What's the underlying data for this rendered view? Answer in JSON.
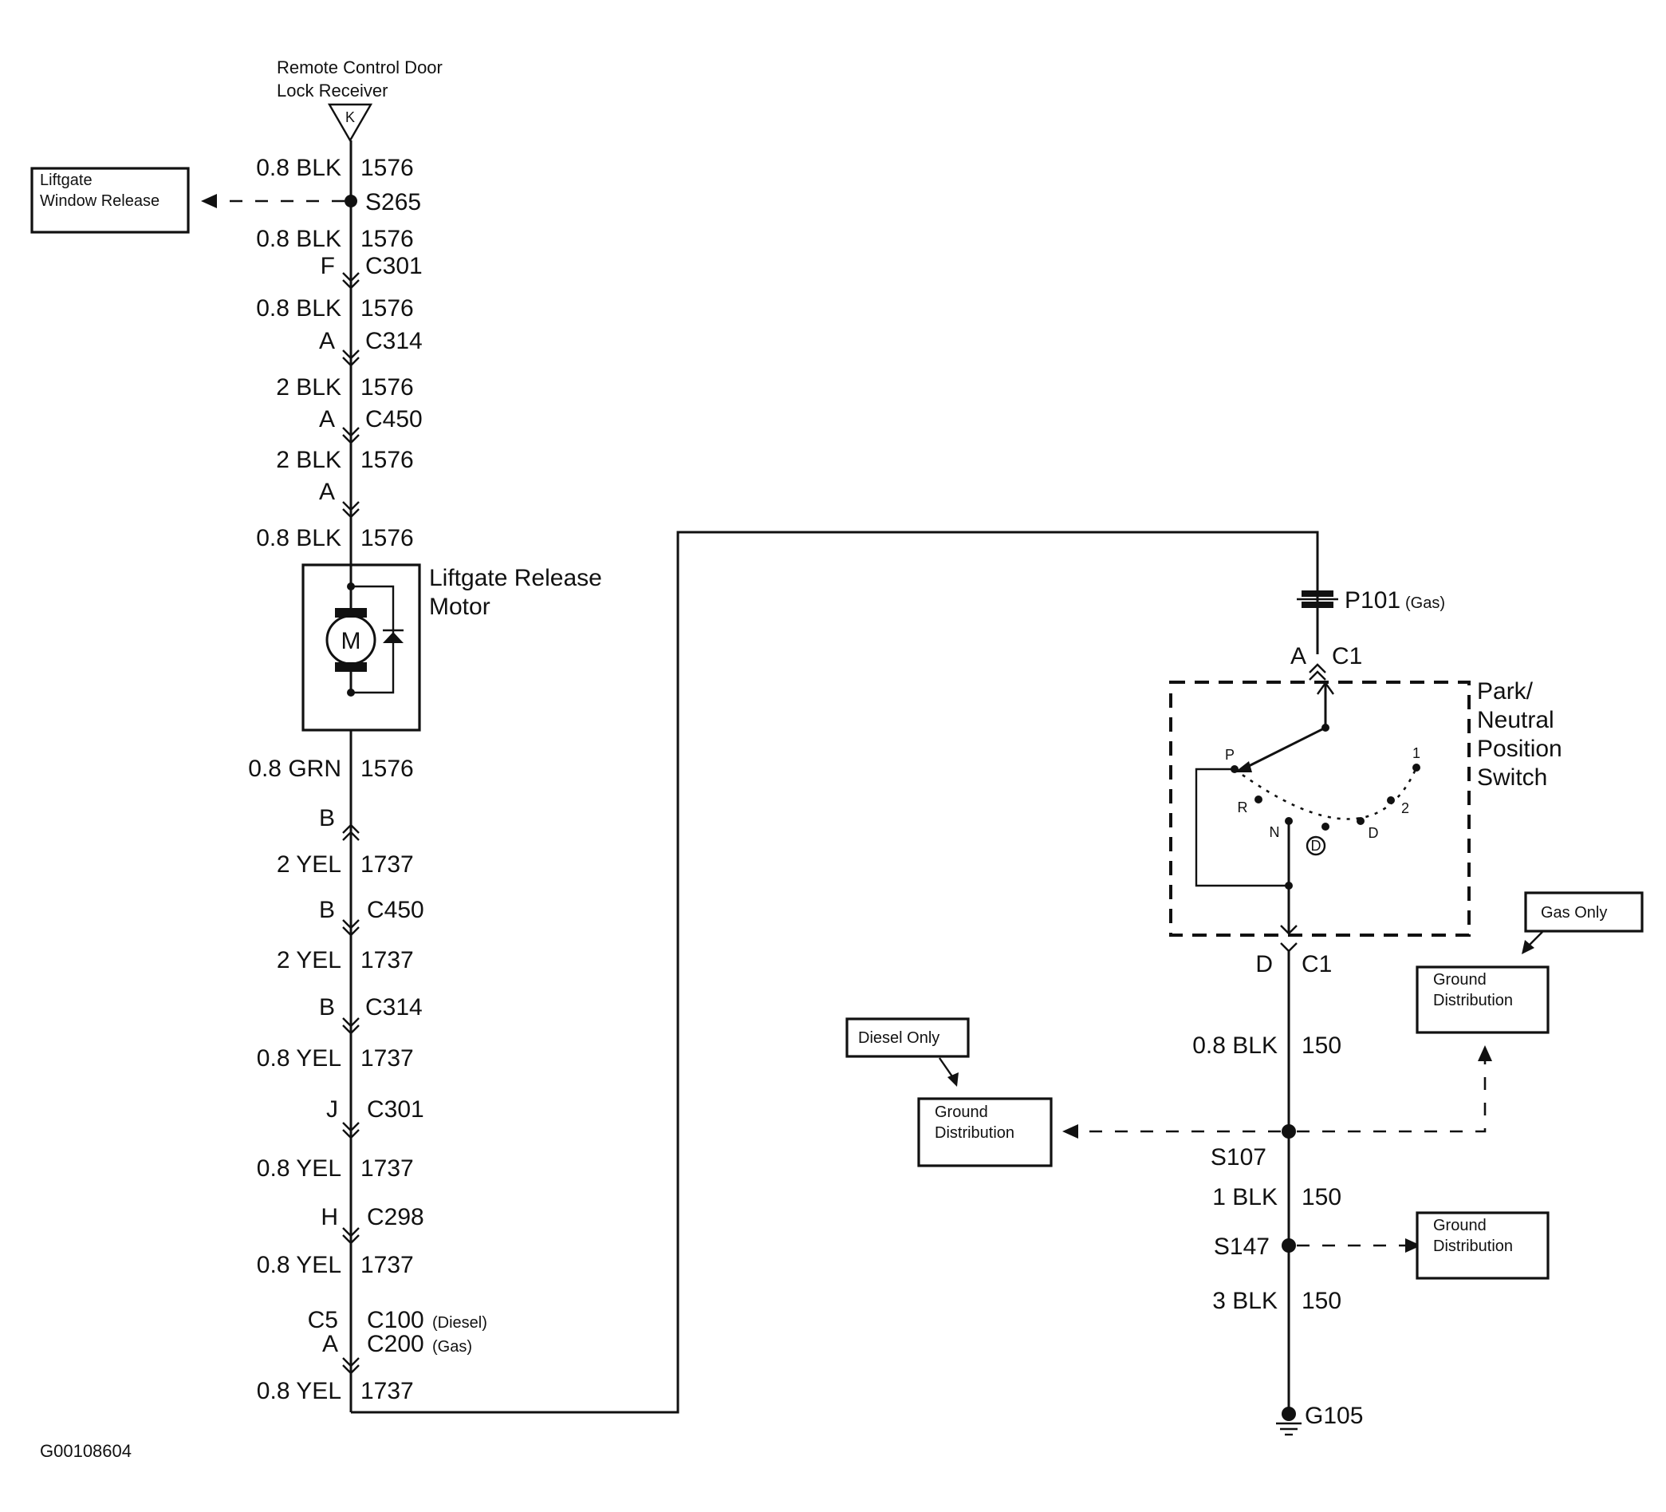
{
  "receiver": {
    "line1": "Remote Control Door",
    "line2": "Lock Receiver",
    "pin": "K"
  },
  "splice_s265": "S265",
  "liftgate_window": {
    "line1": "Liftgate",
    "line2": "Window Release"
  },
  "left_wires": [
    {
      "gauge": "0.8 BLK",
      "circuit": "1576"
    },
    {
      "gauge": "0.8 BLK",
      "circuit": "1576"
    },
    {
      "gauge": "0.8 BLK",
      "circuit": "1576"
    },
    {
      "gauge": "2 BLK",
      "circuit": "1576"
    },
    {
      "gauge": "2 BLK",
      "circuit": "1576"
    },
    {
      "gauge": "0.8 BLK",
      "circuit": "1576"
    },
    {
      "gauge": "0.8 GRN",
      "circuit": "1576"
    },
    {
      "gauge": "2 YEL",
      "circuit": "1737"
    },
    {
      "gauge": "2 YEL",
      "circuit": "1737"
    },
    {
      "gauge": "0.8 YEL",
      "circuit": "1737"
    },
    {
      "gauge": "0.8 YEL",
      "circuit": "1737"
    },
    {
      "gauge": "0.8 YEL",
      "circuit": "1737"
    },
    {
      "gauge": "0.8 YEL",
      "circuit": "1737"
    }
  ],
  "left_connectors": [
    {
      "pin": "F",
      "name": "C301"
    },
    {
      "pin": "A",
      "name": "C314"
    },
    {
      "pin": "A",
      "name": "C450"
    },
    {
      "pin": "A",
      "name": ""
    },
    {
      "pin": "B",
      "name": ""
    },
    {
      "pin": "B",
      "name": "C450"
    },
    {
      "pin": "B",
      "name": "C314"
    },
    {
      "pin": "J",
      "name": "C301"
    },
    {
      "pin": "H",
      "name": "C298"
    }
  ],
  "bottom_connector": {
    "pin1": "C5",
    "name1": "C100",
    "note1": "(Diesel)",
    "pin2": "A",
    "name2": "C200",
    "note2": "(Gas)"
  },
  "motor": {
    "symbol": "M",
    "label1": "Liftgate Release",
    "label2": "Motor"
  },
  "p101": {
    "name": "P101",
    "note": "(Gas)"
  },
  "c1_top": {
    "pin": "A",
    "name": "C1"
  },
  "c1_bottom": {
    "pin": "D",
    "name": "C1"
  },
  "switch": {
    "label": [
      "Park/",
      "Neutral",
      "Position",
      "Switch"
    ],
    "positions": [
      "P",
      "R",
      "N",
      "1",
      "2",
      "D"
    ],
    "drive_symbol": "D"
  },
  "right_wires": [
    {
      "gauge": "0.8 BLK",
      "circuit": "150"
    },
    {
      "gauge": "1 BLK",
      "circuit": "150"
    },
    {
      "gauge": "3 BLK",
      "circuit": "150"
    }
  ],
  "s107": "S107",
  "s147": "S147",
  "g105": "G105",
  "diesel_only": "Diesel Only",
  "gas_only": "Gas Only",
  "ground_dist": {
    "line1": "Ground",
    "line2": "Distribution"
  },
  "figure_id": "G00108604"
}
